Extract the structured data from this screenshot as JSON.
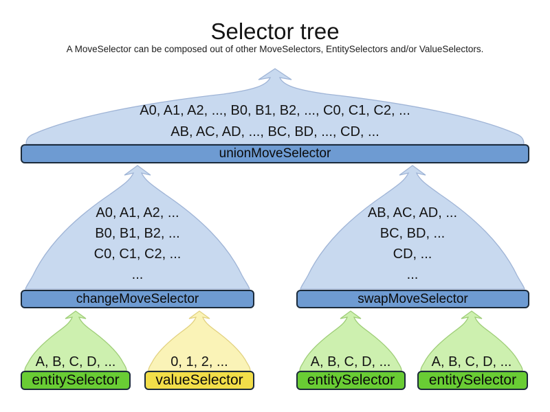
{
  "header": {
    "title": "Selector tree",
    "subtitle": "A MoveSelector can be composed out of other MoveSelectors, EntitySelectors and/or ValueSelectors."
  },
  "tree": {
    "union": {
      "label": "unionMoveSelector",
      "lines": [
        "A0, A1, A2, ..., B0, B1, B2, ..., C0, C1, C2, ...",
        "AB, AC, AD, ..., BC, BD, ..., CD, ..."
      ]
    },
    "change": {
      "label": "changeMoveSelector",
      "lines": [
        "A0, A1, A2, ...",
        "B0, B1, B2, ...",
        "C0, C1, C2, ...",
        "..."
      ]
    },
    "swap": {
      "label": "swapMoveSelector",
      "lines": [
        "AB, AC, AD, ...",
        "BC, BD, ...",
        "CD, ...",
        "..."
      ]
    },
    "entity1": {
      "label": "entitySelector",
      "lines": [
        "A, B, C, D, ..."
      ]
    },
    "value1": {
      "label": "valueSelector",
      "lines": [
        "0, 1, 2, ..."
      ]
    },
    "entity2": {
      "label": "entitySelector",
      "lines": [
        "A, B, C, D, ..."
      ]
    },
    "entity3": {
      "label": "entitySelector",
      "lines": [
        "A, B, C, D, ..."
      ]
    }
  },
  "colors": {
    "dome_blue_fill": "#C8D9EF",
    "dome_blue_border": "#9FB4D6",
    "bar_blue_fill": "#6E9BD2",
    "bar_border": "#1B2A3A",
    "dome_green_fill": "#CDF0AF",
    "dome_green_border": "#9ECD77",
    "bar_green_fill": "#69CC34",
    "dome_yellow_fill": "#FAF3B7",
    "dome_yellow_border": "#E2D180",
    "bar_yellow_fill": "#F2DE49"
  }
}
